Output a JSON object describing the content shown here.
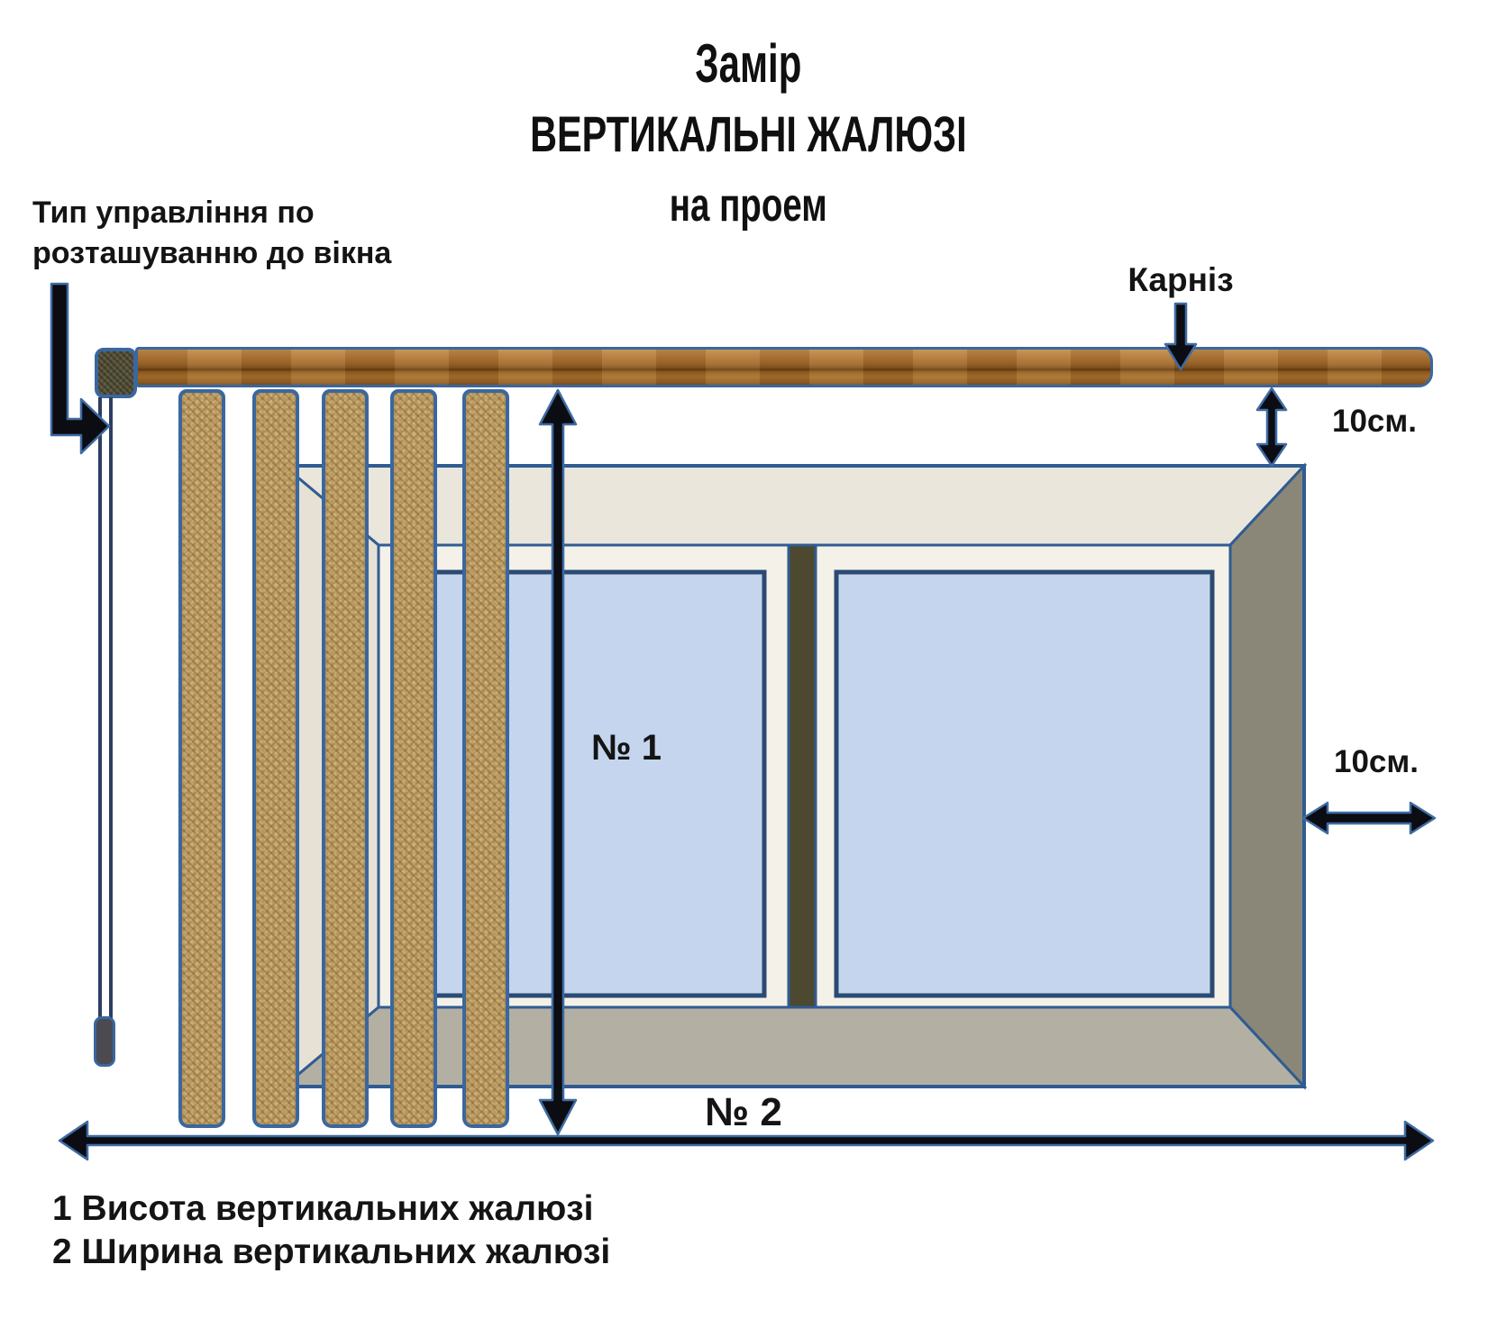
{
  "title": {
    "line1": "Замір",
    "line2": "ВЕРТИКАЛЬНІ ЖАЛЮЗІ",
    "line3": "на проем"
  },
  "annotations": {
    "control_type": "Тип управління по розташуванню до вікна",
    "cornice": "Карніз",
    "top_gap": "10см.",
    "side_gap": "10см.",
    "height_mark": "№ 1",
    "width_mark": "№ 2"
  },
  "legend": {
    "item1": "1 Висота вертикальних жалюзі",
    "item2": "2 Ширина вертикальних жалюзі"
  },
  "colors": {
    "outline_blue": "#3a679f",
    "window_line_blue": "#2f5c92",
    "wood_brown": "#a06a2d",
    "slat_tan": "#cfb077",
    "glass_blue": "#c5d5ee",
    "frame_white": "#f4f1e8",
    "recess_top_face": "#eae6dc",
    "recess_left_face": "#e6e1d4",
    "recess_right_face": "#8b8778",
    "recess_bottom_face": "#b3b0a3",
    "mullion_olive": "#4d4830",
    "arrow_black": "#0c0c13"
  }
}
